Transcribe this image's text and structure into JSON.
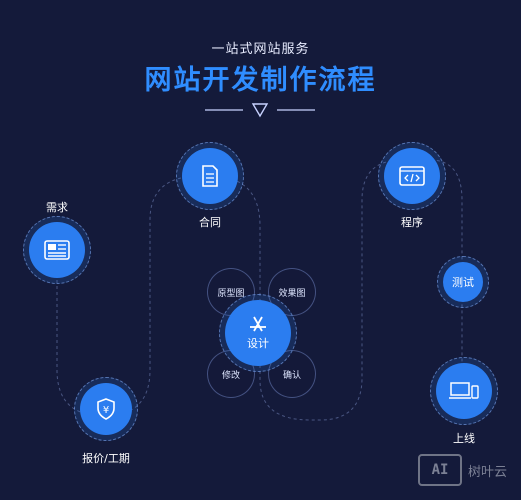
{
  "header": {
    "subtitle": "一站式网站服务",
    "title": "网站开发制作流程"
  },
  "steps": {
    "demand": "需求",
    "quote": "报价/工期",
    "contract": "合同",
    "design": "设计",
    "program": "程序",
    "test": "测试",
    "online": "上线"
  },
  "design_sub": {
    "prototype": "原型图",
    "effect": "效果图",
    "revise": "修改",
    "confirm": "确认"
  },
  "brand": {
    "badge": "AI",
    "name": "树叶云"
  },
  "colors": {
    "background": "#141a3a",
    "accent": "#2f8dff",
    "node": "#2b7df0"
  }
}
